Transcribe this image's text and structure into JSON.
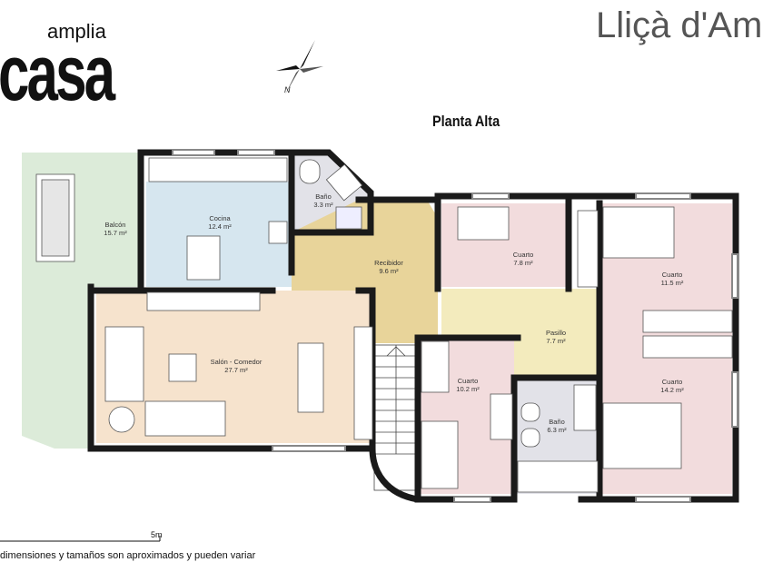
{
  "header": {
    "brand_small": "amplia",
    "brand_big": "casa",
    "town": "Lliçà d'Amu",
    "floor_title": "Planta Alta"
  },
  "compass": {
    "north_label": "N"
  },
  "rooms": [
    {
      "name": "Balcón",
      "area": "15.7 m²"
    },
    {
      "name": "Cocina",
      "area": "12.4 m²"
    },
    {
      "name": "Baño",
      "area": "3.3 m²"
    },
    {
      "name": "Recibidor",
      "area": "9.6 m²"
    },
    {
      "name": "Cuarto",
      "area": "7.8 m²"
    },
    {
      "name": "Cuarto",
      "area": "11.5 m²"
    },
    {
      "name": "Salón - Comedor",
      "area": "27.7 m²"
    },
    {
      "name": "Pasillo",
      "area": "7.7 m²"
    },
    {
      "name": "Cuarto",
      "area": "10.2 m²"
    },
    {
      "name": "Baño",
      "area": "6.3 m²"
    },
    {
      "name": "Cuarto",
      "area": "14.2 m²"
    }
  ],
  "colors": {
    "wall": "#1a1a1a",
    "balcony": "#dcebd9",
    "kitchen": "#d6e6ef",
    "bath": "#e2e2e8",
    "hall": "#e8d49a",
    "corridor": "#f3ebbd",
    "bedroom": "#f2dcdd",
    "living": "#f6e3cd"
  },
  "footer": {
    "scale_label": "5m",
    "disclaimer": "dimensiones y tamaños son aproximados y pueden variar"
  }
}
